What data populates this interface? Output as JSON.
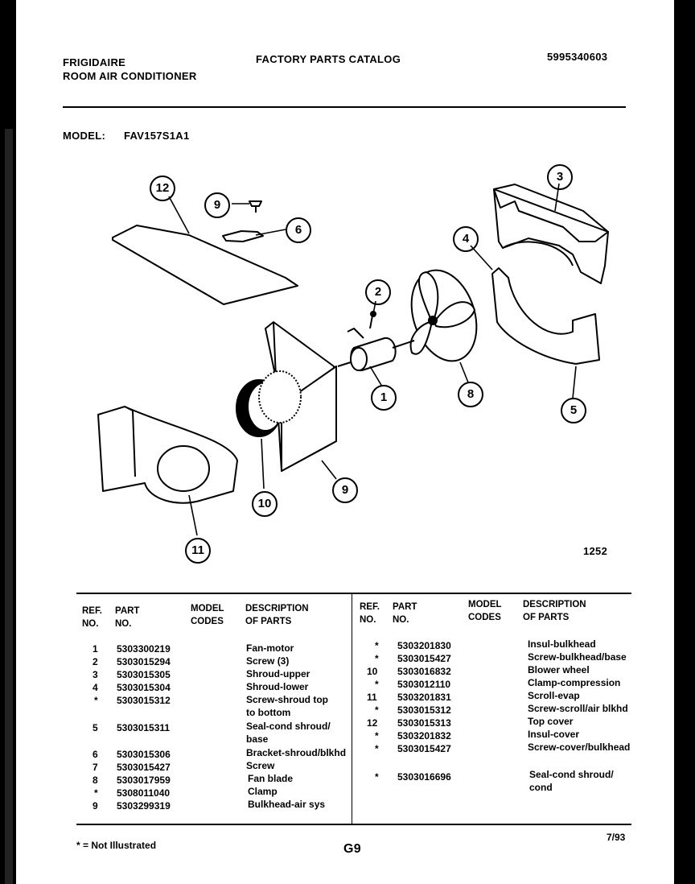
{
  "header": {
    "brand": "FRIGIDAIRE",
    "product": "ROOM AIR CONDITIONER",
    "catalog_title": "FACTORY PARTS CATALOG",
    "catalog_number": "5995340603",
    "model_label": "MODEL:",
    "model_value": "FAV157S1A1"
  },
  "diagram": {
    "figure_number": "1252",
    "callouts": [
      "12",
      "9",
      "6",
      "3",
      "4",
      "2",
      "1",
      "8",
      "5",
      "9",
      "10",
      "11"
    ]
  },
  "table": {
    "headers": {
      "ref": "REF.",
      "ref2": "NO.",
      "part": "PART",
      "part2": "NO.",
      "model": "MODEL",
      "model2": "CODES",
      "desc": "DESCRIPTION",
      "desc2": "OF PARTS"
    },
    "left_rows": [
      {
        "ref": "1",
        "part": "5303300219",
        "desc": "Fan-motor"
      },
      {
        "ref": "2",
        "part": "5303015294",
        "desc": "Screw (3)"
      },
      {
        "ref": "3",
        "part": "5303015305",
        "desc": "Shroud-upper"
      },
      {
        "ref": "4",
        "part": "5303015304",
        "desc": "Shroud-lower"
      },
      {
        "ref": "*",
        "part": "5303015312",
        "desc": "Screw-shroud top to bottom"
      },
      {
        "ref": "5",
        "part": "5303015311",
        "desc": "Seal-cond shroud/ base"
      },
      {
        "ref": "6",
        "part": "5303015306",
        "desc": "Bracket-shroud/blkhd"
      },
      {
        "ref": "7",
        "part": "5303015427",
        "desc": "Screw"
      },
      {
        "ref": "8",
        "part": "5303017959",
        "desc": "Fan blade"
      },
      {
        "ref": "*",
        "part": "5308011040",
        "desc": "Clamp"
      },
      {
        "ref": "9",
        "part": "5303299319",
        "desc": "Bulkhead-air sys"
      }
    ],
    "right_rows": [
      {
        "ref": "*",
        "part": "5303201830",
        "desc": "Insul-bulkhead"
      },
      {
        "ref": "*",
        "part": "5303015427",
        "desc": "Screw-bulkhead/base"
      },
      {
        "ref": "10",
        "part": "5303016832",
        "desc": "Blower wheel"
      },
      {
        "ref": "*",
        "part": "5303012110",
        "desc": "Clamp-compression"
      },
      {
        "ref": "11",
        "part": "5303201831",
        "desc": "Scroll-evap"
      },
      {
        "ref": "*",
        "part": "5303015312",
        "desc": "Screw-scroll/air blkhd"
      },
      {
        "ref": "12",
        "part": "5303015313",
        "desc": "Top cover"
      },
      {
        "ref": "*",
        "part": "5303201832",
        "desc": "Insul-cover"
      },
      {
        "ref": "*",
        "part": "5303015427",
        "desc": "Screw-cover/bulkhead"
      },
      {
        "ref": "*",
        "part": "5303016696",
        "desc": "Seal-cond shroud/ cond"
      }
    ]
  },
  "footer": {
    "note": "* = Not Illustrated",
    "page": "G9",
    "date": "7/93"
  }
}
